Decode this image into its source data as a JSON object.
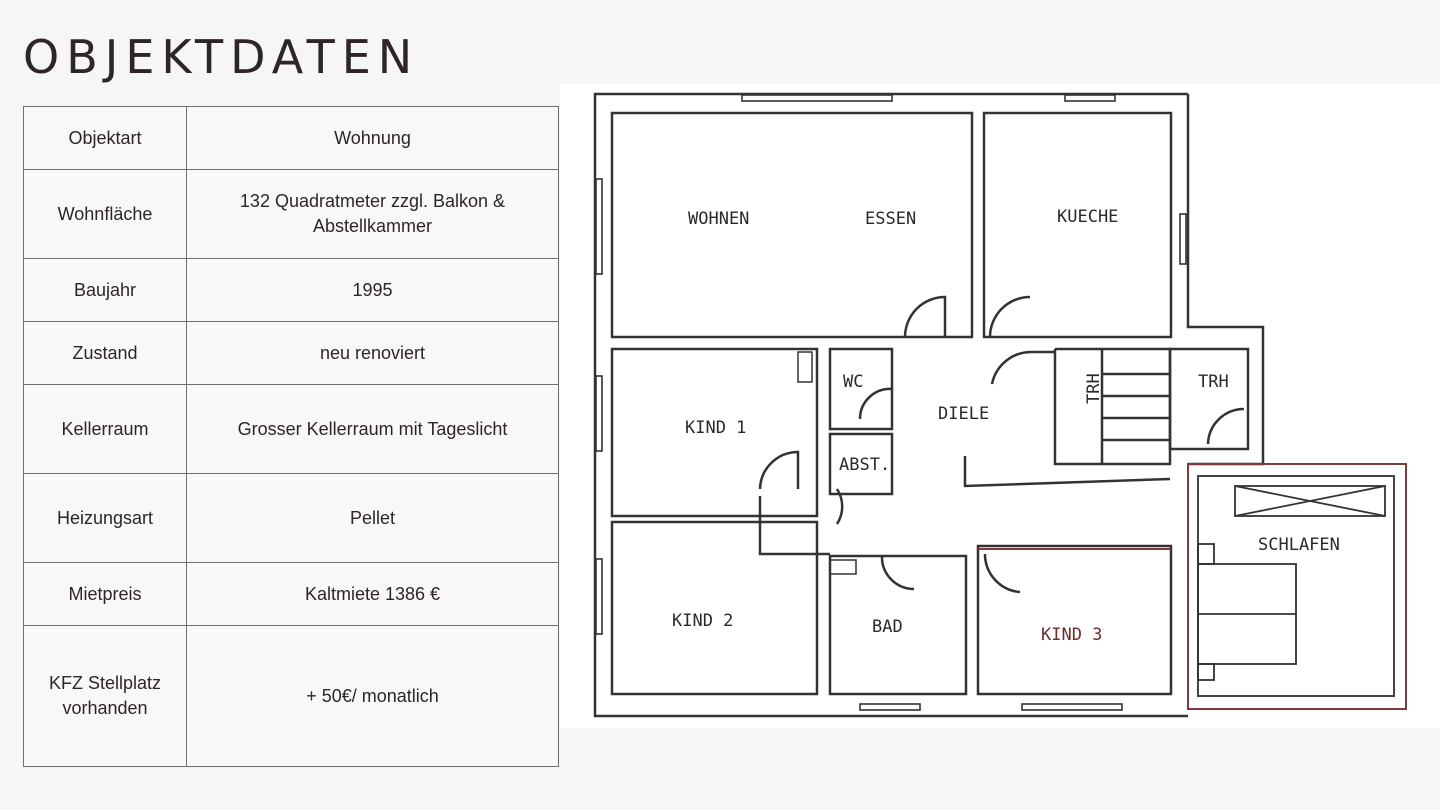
{
  "page": {
    "title": "OBJEKTDATEN"
  },
  "facts": [
    {
      "label": "Objektart",
      "value": "Wohnung"
    },
    {
      "label": "Wohnfläche",
      "value": "132 Quadratmeter zzgl. Balkon & Abstellkammer"
    },
    {
      "label": "Baujahr",
      "value": "1995"
    },
    {
      "label": "Zustand",
      "value": "neu renoviert"
    },
    {
      "label": "Kellerraum",
      "value": "Grosser Kellerraum mit Tageslicht"
    },
    {
      "label": "Heizungsart",
      "value": "Pellet"
    },
    {
      "label": "Mietpreis",
      "value": "Kaltmiete 1386 €"
    },
    {
      "label": "KFZ Stellplatz vorhanden",
      "value": "+ 50€/ monatlich"
    }
  ],
  "floorplan": {
    "rooms": {
      "wohnen": "WOHNEN",
      "essen": "ESSEN",
      "kueche": "KUECHE",
      "wc": "WC",
      "diele": "DIELE",
      "trh_stair": "TRH",
      "trh": "TRH",
      "kind1": "KIND 1",
      "abst": "ABST.",
      "schlafen": "SCHLAFEN",
      "kind2": "KIND 2",
      "bad": "BAD",
      "kind3": "KIND 3"
    }
  }
}
